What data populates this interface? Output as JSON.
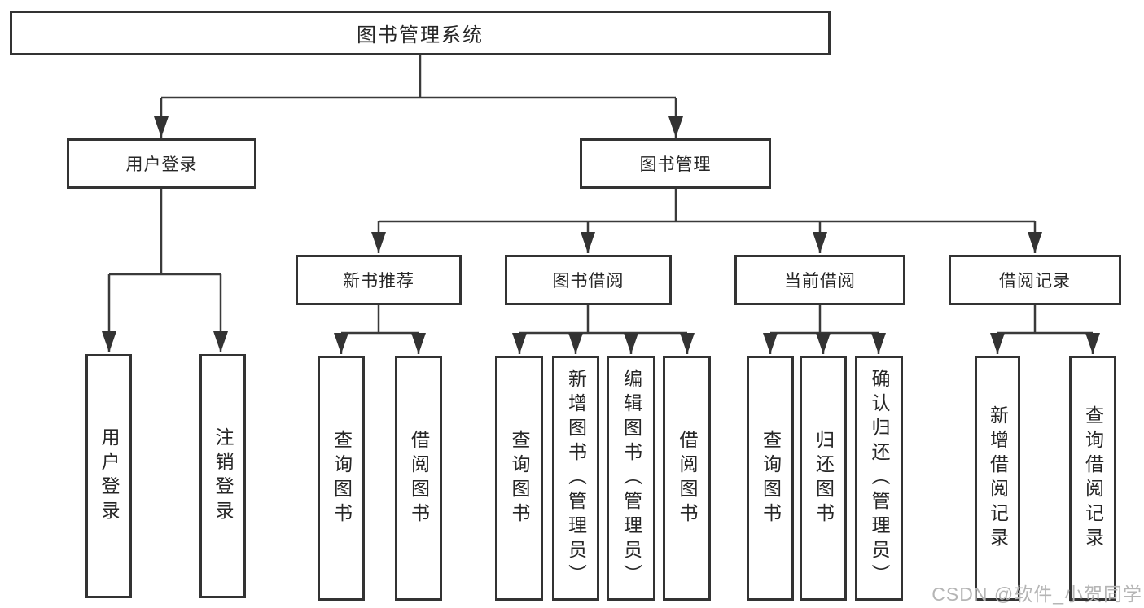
{
  "tree": {
    "root": {
      "label": "图书管理系统"
    },
    "user_login": {
      "label": "用户登录",
      "children": [
        {
          "label": "用户登录"
        },
        {
          "label": "注销登录"
        }
      ]
    },
    "book_mgmt": {
      "label": "图书管理",
      "branches": {
        "new_books": {
          "label": "新书推荐",
          "children": [
            {
              "label": "查询图书"
            },
            {
              "label": "借阅图书"
            }
          ]
        },
        "book_borrow": {
          "label": "图书借阅",
          "children": [
            {
              "label": "查询图书"
            },
            {
              "label": "新增图书（管理员）"
            },
            {
              "label": "编辑图书（管理员）"
            },
            {
              "label": "借阅图书"
            }
          ]
        },
        "current_borrow": {
          "label": "当前借阅",
          "children": [
            {
              "label": "查询图书"
            },
            {
              "label": "归还图书"
            },
            {
              "label": "确认归还（管理员）"
            }
          ]
        },
        "borrow_records": {
          "label": "借阅记录",
          "children": [
            {
              "label": "新增借阅记录"
            },
            {
              "label": "查询借阅记录"
            }
          ]
        }
      }
    }
  },
  "watermark": "CSDN @软件_小贺同学",
  "colors": {
    "line": "#3a3a3a",
    "border": "#333333",
    "text": "#262626",
    "watermark": "#b5b5b5",
    "background": "#ffffff"
  }
}
